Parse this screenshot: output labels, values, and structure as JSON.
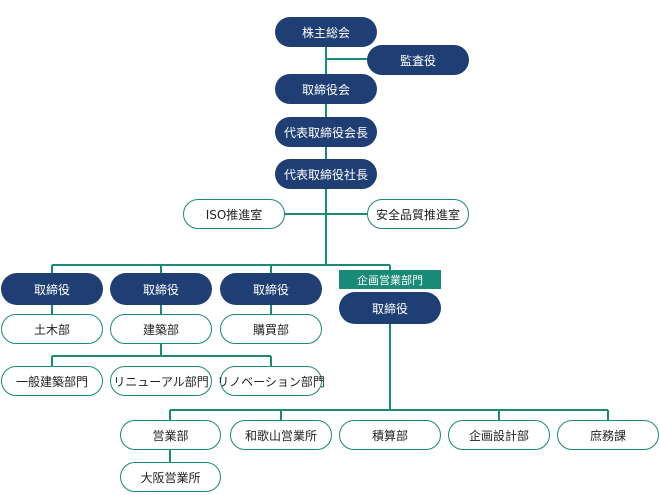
{
  "org": {
    "shareholders": "株主総会",
    "auditor": "監査役",
    "board": "取締役会",
    "chairman": "代表取締役会長",
    "president": "代表取締役社長",
    "iso": "ISO推進室",
    "safety_quality": "安全品質推進室",
    "director_civil": "取締役",
    "director_building": "取締役",
    "director_purchasing": "取締役",
    "planning_sales_division": "企画営業部門",
    "director_planning": "取締役",
    "civil_dept": "土木部",
    "building_dept": "建築部",
    "purchasing_dept": "購買部",
    "general_building": "一般建築部門",
    "renewal": "リニューアル部門",
    "renovation": "リノベーション部門",
    "sales_dept": "営業部",
    "wakayama_office": "和歌山営業所",
    "estimation_dept": "積算部",
    "planning_design_dept": "企画設計部",
    "general_affairs": "庶務課",
    "osaka_office": "大阪営業所"
  },
  "colors": {
    "dark_node": "#1f3f74",
    "accent": "#1a8a78"
  }
}
